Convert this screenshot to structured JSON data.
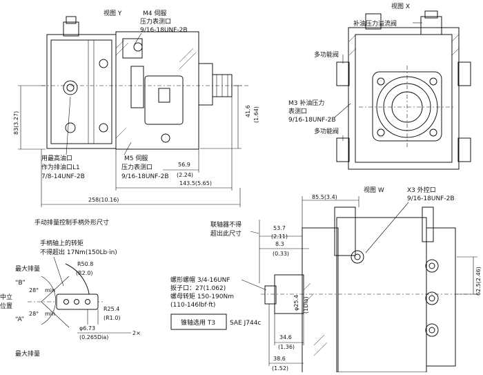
{
  "views": {
    "y": {
      "title": "视图 Y"
    },
    "x": {
      "title": "视图 X"
    },
    "w": {
      "title": "视图 W"
    }
  },
  "view_y_labels": {
    "m4_line1": "M4 伺服",
    "m4_line2": "压力表测口",
    "m4_line3": "9/16-18UNF-2B",
    "m5_line1": "M5 伺服",
    "m5_line2": "压力表测口",
    "m5_line3": "9/16-18UNF-2B",
    "l1_line1": "用最高油口",
    "l1_line2": "作为排油口L1",
    "l1_line3": "7/8-14UNF-2B",
    "dim_83": "83(3.27)",
    "dim_41_6": "41.6",
    "dim_1_64": "(1.64)",
    "dim_56_9": "56.9",
    "dim_2_24": "(2.24)",
    "dim_143_5": "143.5(5.65)",
    "dim_258": "258(10.16)"
  },
  "view_x_labels": {
    "relief": "补油压力溢流阀",
    "multi1": "多功能阀",
    "m3_line1": "M3 补油压力",
    "m3_line2": "表测口",
    "m3_line3": "9/16-18UNF-2B",
    "multi2": "多功能阀"
  },
  "view_w_labels": {
    "dim_85_5": "85.5(3.4)",
    "x3_line1": "X3 外控口",
    "x3_line2": "9/16-18UNF-2B",
    "coupler_line1": "联轴器不得",
    "coupler_line2": "超出此尺寸",
    "dim_53_7": "53.7",
    "dim_2_11": "(2.11)",
    "dim_8_3": "8.3",
    "dim_0_33": "(0.33)",
    "nut_line1": "螺形螺帽 3/4-16UNF",
    "nut_line2": "扳子口：27(1.062)",
    "nut_line3": "螺母转矩 150-190Nm",
    "nut_line4": "(110-146lbf·ft)",
    "shaft_box": "锥轴选用 T3",
    "sae": "SAE J744c",
    "dim_62_5": "62.5(2.46)",
    "dim_25_4": "φ25.4",
    "dim_1dia": "(1Dia)",
    "dim_34_6": "34.6",
    "dim_1_36": "(1.36)",
    "dim_38_6": "38.6",
    "dim_1_52": "(1.52)"
  },
  "handle": {
    "title": "手动排量控制手柄外形尺寸",
    "torque_line1": "手柄轴上的转矩",
    "torque_line2": "不得超出 17Nm(150Lb·in)",
    "max_top": "最大排量",
    "max_bottom": "最大排量",
    "neutral_line1": "中立",
    "neutral_line2": "位置",
    "b_mark": "“B”",
    "a_mark": "“A”",
    "angle_top": "28°",
    "min_top": "min",
    "angle_bottom": "28°",
    "min_bottom": "min",
    "r50": "R50.8",
    "r2": "(R2.0)",
    "r25": "R25.4",
    "r1": "(R1.0)",
    "dia_6_73": "φ6.73",
    "dia_0_265": "(0.265Dia)",
    "count": "2×"
  }
}
